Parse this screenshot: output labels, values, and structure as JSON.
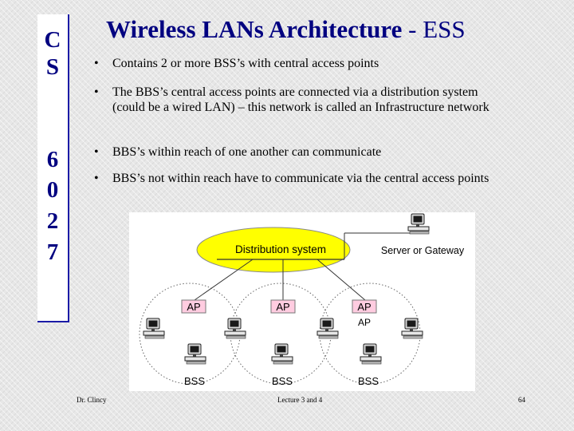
{
  "sidebar": {
    "characters": [
      "C",
      "S",
      "6",
      "0",
      "2",
      "7"
    ]
  },
  "slide": {
    "title": "Wireless LANs Architecture",
    "title_suffix": "- ESS",
    "bullets": [
      {
        "symbol": "•",
        "text": "Contains 2 or more BSS’s with central access points"
      },
      {
        "symbol": "•",
        "text": "The BBS’s central access points are connected via a distribution system (could be a wired LAN) – this network is called an Infrastructure network"
      },
      {
        "symbol": "•",
        "text": "BBS’s within reach of one another can communicate"
      },
      {
        "symbol": "•",
        "text": "BBS’s not within reach have to communicate via the central access points"
      }
    ]
  },
  "diagram": {
    "distribution_label": "Distribution system",
    "server_label": "Server or Gateway",
    "ap_labels": [
      "AP",
      "AP",
      "AP"
    ],
    "ap_sub_label": "AP",
    "bss_labels": [
      "BSS",
      "BSS",
      "BSS"
    ],
    "colors": {
      "ellipse": "#ffff00",
      "ap_box": "#ffcce0",
      "ap_text": "#000000"
    }
  },
  "footer": {
    "author": "Dr. Clincy",
    "lecture": "Lecture 3 and 4",
    "page": "64"
  },
  "colors": {
    "title": "#000080",
    "sidebar_border": "#1b1ba6"
  }
}
